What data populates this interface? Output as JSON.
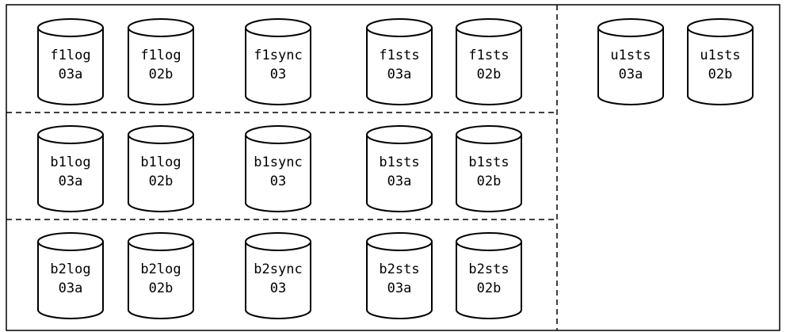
{
  "groups": [
    {
      "id": "f1",
      "volumes": [
        {
          "line1": "f1log",
          "line2": "03a"
        },
        {
          "line1": "f1log",
          "line2": "02b"
        },
        {
          "line1": "f1sync",
          "line2": "03"
        },
        {
          "line1": "f1sts",
          "line2": "03a"
        },
        {
          "line1": "f1sts",
          "line2": "02b"
        }
      ]
    },
    {
      "id": "b1",
      "volumes": [
        {
          "line1": "b1log",
          "line2": "03a"
        },
        {
          "line1": "b1log",
          "line2": "02b"
        },
        {
          "line1": "b1sync",
          "line2": "03"
        },
        {
          "line1": "b1sts",
          "line2": "03a"
        },
        {
          "line1": "b1sts",
          "line2": "02b"
        }
      ]
    },
    {
      "id": "b2",
      "volumes": [
        {
          "line1": "b2log",
          "line2": "03a"
        },
        {
          "line1": "b2log",
          "line2": "02b"
        },
        {
          "line1": "b2sync",
          "line2": "03"
        },
        {
          "line1": "b2sts",
          "line2": "03a"
        },
        {
          "line1": "b2sts",
          "line2": "02b"
        }
      ]
    }
  ],
  "unit_group": {
    "id": "u1",
    "volumes": [
      {
        "line1": "u1sts",
        "line2": "03a"
      },
      {
        "line1": "u1sts",
        "line2": "02b"
      }
    ]
  }
}
